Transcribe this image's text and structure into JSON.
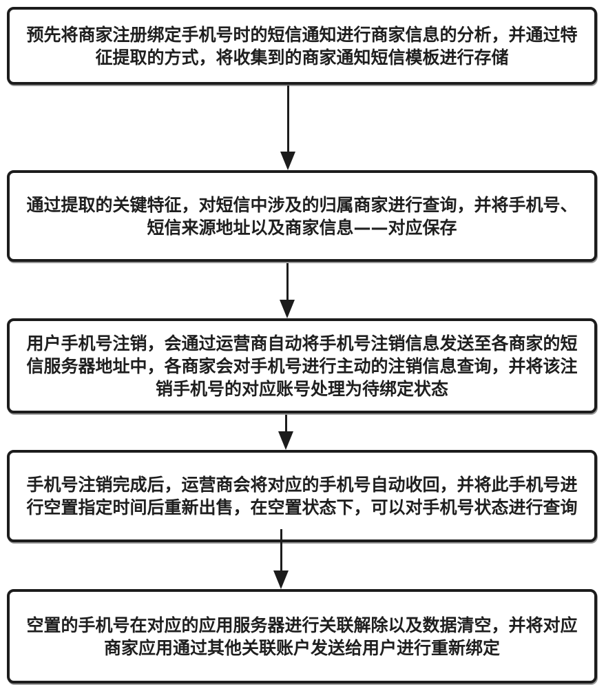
{
  "diagram": {
    "type": "flowchart",
    "direction": "top-down",
    "colors": {
      "border": "#1c1c1c",
      "background": "#ffffff",
      "text": "#1f1f1f",
      "arrow": "#1c1c1c"
    },
    "steps": [
      {
        "id": "step-1",
        "lines": [
          "预先将商家注册绑定手机号时的短信通知进行商家信息的分析，并通过特",
          "征提取的方式，将收集到的商家通知短信模板进行存储"
        ]
      },
      {
        "id": "step-2",
        "lines": [
          "通过提取的关键特征，对短信中涉及的归属商家进行查询，并将手机号、",
          "短信来源地址以及商家信息——对应保存"
        ]
      },
      {
        "id": "step-3",
        "lines": [
          "用户手机号注销，会通过运营商自动将手机号注销信息发送至各商家的短",
          "信服务器地址中，各商家会对手机号进行主动的注销信息查询，并将该注",
          "销手机号的对应账号处理为待绑定状态"
        ]
      },
      {
        "id": "step-4",
        "lines": [
          "手机号注销完成后，运营商会将对应的手机号自动收回，并将此手机号进",
          "行空置指定时间后重新出售，在空置状态下，可以对手机号状态进行查询"
        ]
      },
      {
        "id": "step-5",
        "lines": [
          "空置的手机号在对应的应用服务器进行关联解除以及数据清空，并将对应",
          "商家应用通过其他关联账户发送给用户进行重新绑定"
        ]
      }
    ],
    "connectors": [
      {
        "from": "step-1",
        "to": "step-2",
        "style": "filled-arrow-down"
      },
      {
        "from": "step-2",
        "to": "step-3",
        "style": "filled-arrow-down"
      },
      {
        "from": "step-3",
        "to": "step-4",
        "style": "filled-arrow-down"
      },
      {
        "from": "step-4",
        "to": "step-5",
        "style": "filled-arrow-down"
      }
    ]
  }
}
